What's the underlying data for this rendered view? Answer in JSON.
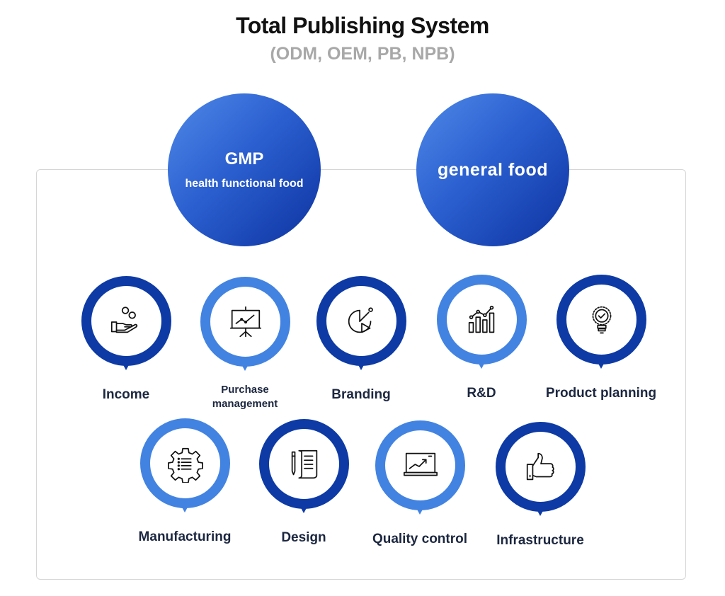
{
  "title": "Total Publishing System",
  "subtitle": "(ODM, OEM, PB, NPB)",
  "top_circles": {
    "gmp": {
      "line1": "GMP",
      "line2": "health functional food"
    },
    "general": {
      "label": "general food"
    }
  },
  "items": {
    "income": {
      "label": "Income",
      "icon": "hand-coins-icon"
    },
    "purchase": {
      "label_line1": "Purchase",
      "label_line2": "management",
      "icon": "presentation-board-icon"
    },
    "branding": {
      "label": "Branding",
      "icon": "pie-chart-icon"
    },
    "rnd": {
      "label": "R&D",
      "icon": "bar-chart-icon"
    },
    "planning": {
      "label": "Product planning",
      "icon": "light-bulb-icon"
    },
    "manufacturing": {
      "label": "Manufacturing",
      "icon": "gear-list-icon"
    },
    "design": {
      "label": "Design",
      "icon": "pen-document-icon"
    },
    "quality": {
      "label": "Quality control",
      "icon": "laptop-chart-icon"
    },
    "infrastructure": {
      "label": "Infrastructure",
      "icon": "thumbs-up-icon"
    }
  },
  "colors": {
    "dark_blue": "#0d3aa5",
    "light_blue": "#4283e2",
    "title": "#111111",
    "subtitle": "#a8a8a8",
    "label": "#1c2740"
  }
}
